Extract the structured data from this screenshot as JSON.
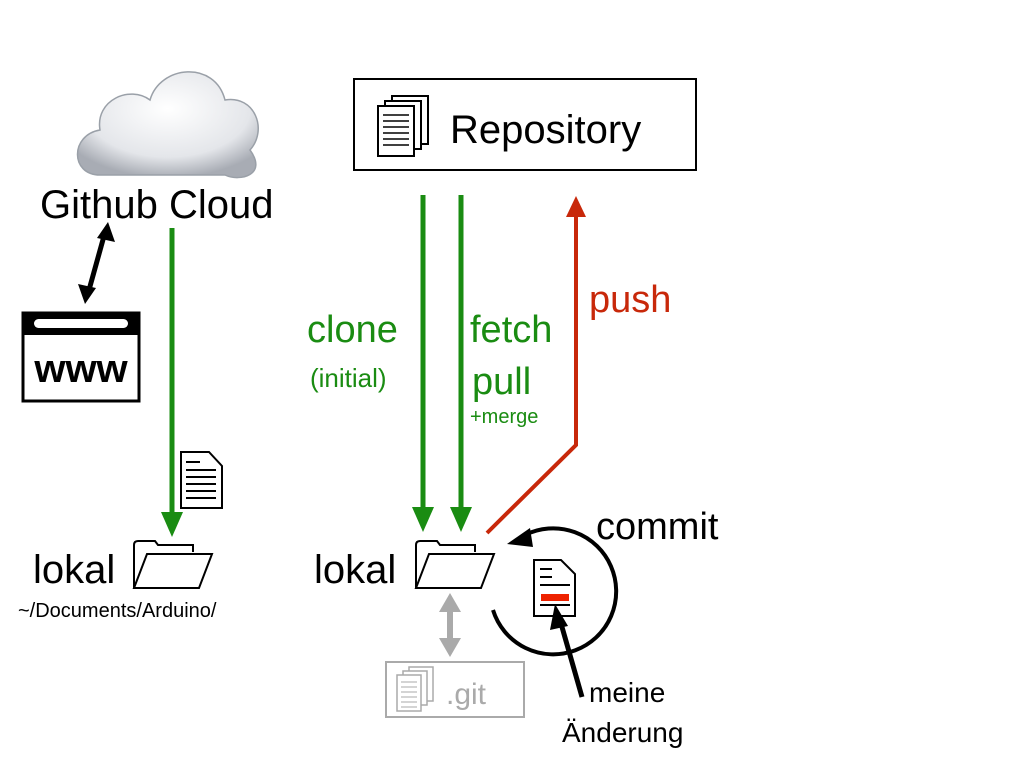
{
  "colors": {
    "green": "#1a8c12",
    "red": "#c8280a",
    "gray": "#aaaaaa",
    "black": "#000000",
    "highlight": "#ee2200"
  },
  "cloud": {
    "label": "Github Cloud",
    "icon": "cloud-icon"
  },
  "web": {
    "label": "www",
    "icon": "browser-window-icon"
  },
  "repository": {
    "label": "Repository",
    "icon": "document-stack-icon"
  },
  "local_left": {
    "label": "lokal",
    "path": "~/Documents/Arduino/",
    "icon": "folder-icon"
  },
  "local_right": {
    "label": "lokal",
    "icon": "folder-icon"
  },
  "git": {
    "label": ".git",
    "icon": "document-stack-icon"
  },
  "arrows": {
    "clone": "clone",
    "clone_note": "(initial)",
    "fetch": "fetch",
    "pull": "pull",
    "pull_note": "+merge",
    "push": "push",
    "commit": "commit"
  },
  "change": {
    "line1": "meine",
    "line2": "Änderung"
  }
}
